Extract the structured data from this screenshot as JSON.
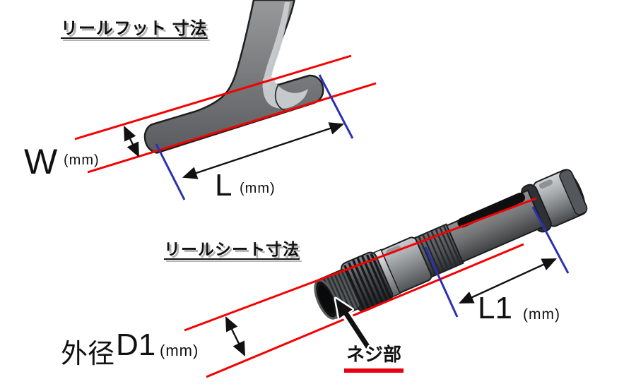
{
  "figure": {
    "foot": {
      "title": "リールフット 寸法",
      "width_label": "W",
      "width_unit": "(mm)",
      "length_label": "L",
      "length_unit": "(mm)"
    },
    "seat": {
      "title": "リールシート寸法",
      "diameter_prefix": "外径",
      "diameter_label": "D1",
      "diameter_unit": "(mm)",
      "length_label": "L1",
      "length_unit": "(mm)",
      "screw_label": "ネジ部"
    },
    "colors": {
      "dimension_line_red": "#f40000",
      "extension_line_blue": "#2b31b0",
      "arrow_black": "#111111",
      "body_gray": "#7d7f81",
      "highlight_silver": "#c9cdd0",
      "title_shadow": "#b4b4b4",
      "screw_underline_red": "#e60012",
      "background": "#ffffff"
    }
  }
}
